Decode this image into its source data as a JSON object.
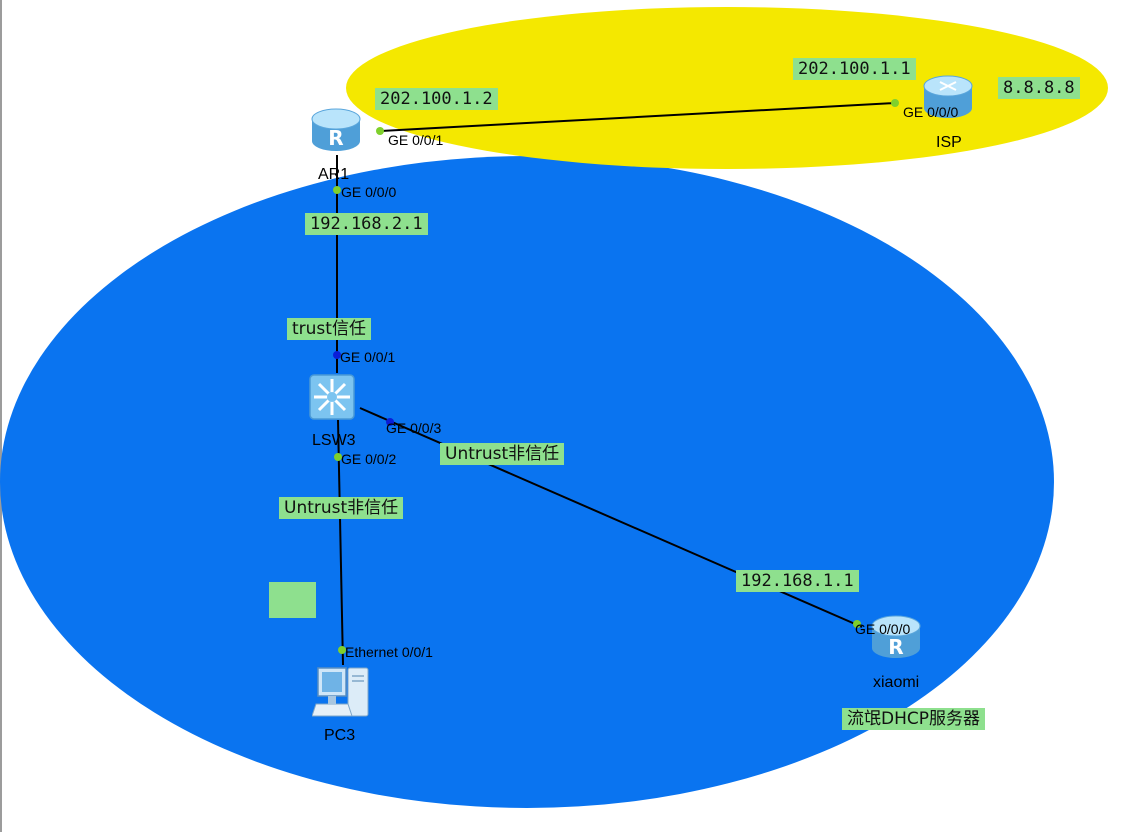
{
  "devices": {
    "ar1": {
      "name": "AR1"
    },
    "isp": {
      "name": "ISP"
    },
    "lsw3": {
      "name": "LSW3"
    },
    "pc3": {
      "name": "PC3"
    },
    "xiaomi": {
      "name": "xiaomi"
    }
  },
  "ports": {
    "ar1_ge001": "GE 0/0/1",
    "ar1_ge000": "GE 0/0/0",
    "isp_ge000": "GE 0/0/0",
    "lsw3_ge001": "GE 0/0/1",
    "lsw3_ge002": "GE 0/0/2",
    "lsw3_ge003": "GE 0/0/3",
    "pc3_eth001": "Ethernet 0/0/1",
    "xiaomi_ge000": "GE 0/0/0"
  },
  "labels": {
    "ar1_public_ip": "202.100.1.2",
    "isp_ip": "202.100.1.1",
    "dns_ip": "8.8.8.8",
    "ar1_lan_ip": "192.168.2.1",
    "trust": "trust信任",
    "untrust_pc": "Untrust非信任",
    "untrust_xiaomi": "Untrust非信任",
    "xiaomi_ip": "192.168.1.1",
    "rogue_dhcp": "流氓DHCP服务器",
    "blank_box": ""
  },
  "colors": {
    "internet_zone": "#f4e800",
    "lan_zone": "#0a74f0",
    "label_bg": "#8ee08e",
    "link": "#000000"
  }
}
